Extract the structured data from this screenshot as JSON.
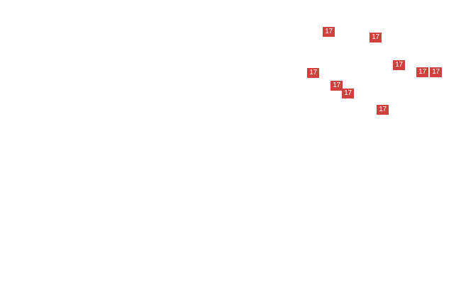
{
  "map": {
    "marker_color": "#d0403d",
    "marker_text_color": "#ffffff",
    "markers": [
      {
        "label": "17"
      },
      {
        "label": "17"
      },
      {
        "label": "17"
      },
      {
        "label": "17"
      },
      {
        "label": "17"
      },
      {
        "label": "17"
      },
      {
        "label": "17"
      },
      {
        "label": "17"
      },
      {
        "label": "17"
      }
    ]
  }
}
